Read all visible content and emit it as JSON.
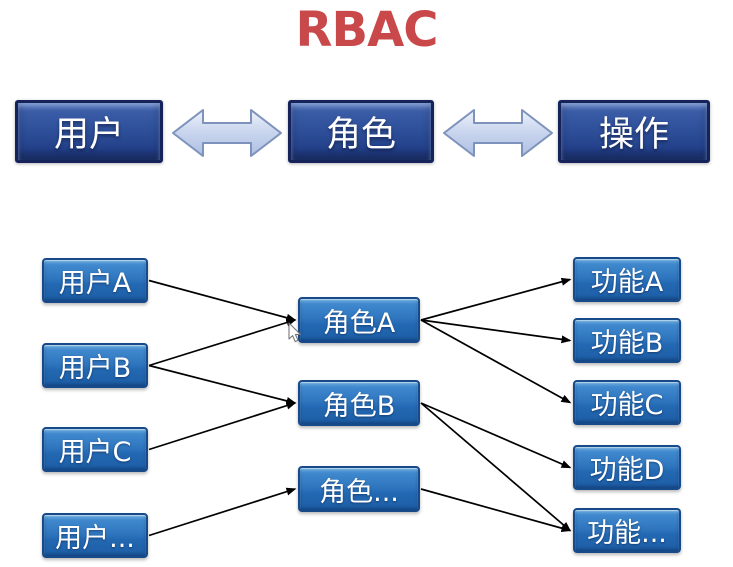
{
  "title": "RBAC",
  "legend_row": {
    "user": "用户",
    "role": "角色",
    "operation": "操作"
  },
  "users": [
    {
      "id": "userA",
      "label": "用户A"
    },
    {
      "id": "userB",
      "label": "用户B"
    },
    {
      "id": "userC",
      "label": "用户C"
    },
    {
      "id": "userEtc",
      "label": "用户..."
    }
  ],
  "roles": [
    {
      "id": "roleA",
      "label": "角色A"
    },
    {
      "id": "roleB",
      "label": "角色B"
    },
    {
      "id": "roleEtc",
      "label": "角色..."
    }
  ],
  "functions": [
    {
      "id": "funcA",
      "label": "功能A"
    },
    {
      "id": "funcB",
      "label": "功能B"
    },
    {
      "id": "funcC",
      "label": "功能C"
    },
    {
      "id": "funcD",
      "label": "功能D"
    },
    {
      "id": "funcEtc",
      "label": "功能..."
    }
  ],
  "edges": [
    {
      "from": "userA",
      "to": "roleA"
    },
    {
      "from": "userB",
      "to": "roleA"
    },
    {
      "from": "userB",
      "to": "roleB"
    },
    {
      "from": "userC",
      "to": "roleB"
    },
    {
      "from": "userEtc",
      "to": "roleEtc"
    },
    {
      "from": "roleA",
      "to": "funcA"
    },
    {
      "from": "roleA",
      "to": "funcB"
    },
    {
      "from": "roleA",
      "to": "funcC"
    },
    {
      "from": "roleB",
      "to": "funcD"
    },
    {
      "from": "roleB",
      "to": "funcEtc"
    },
    {
      "from": "roleEtc",
      "to": "funcEtc"
    }
  ],
  "icons": {
    "double_arrow": "double-headed-arrow",
    "cursor": "mouse-pointer"
  },
  "colors": {
    "title": "#c9494b",
    "big_box_fill": "#2d4e98",
    "big_box_border": "#15235a",
    "small_box_fill": "#2d74bd",
    "small_box_border": "#174a88",
    "double_arrow_fill": "#c8d4ee",
    "double_arrow_outline": "#7e93bc",
    "connector": "#000000",
    "background": "#ffffff",
    "text": "#ffffff"
  }
}
